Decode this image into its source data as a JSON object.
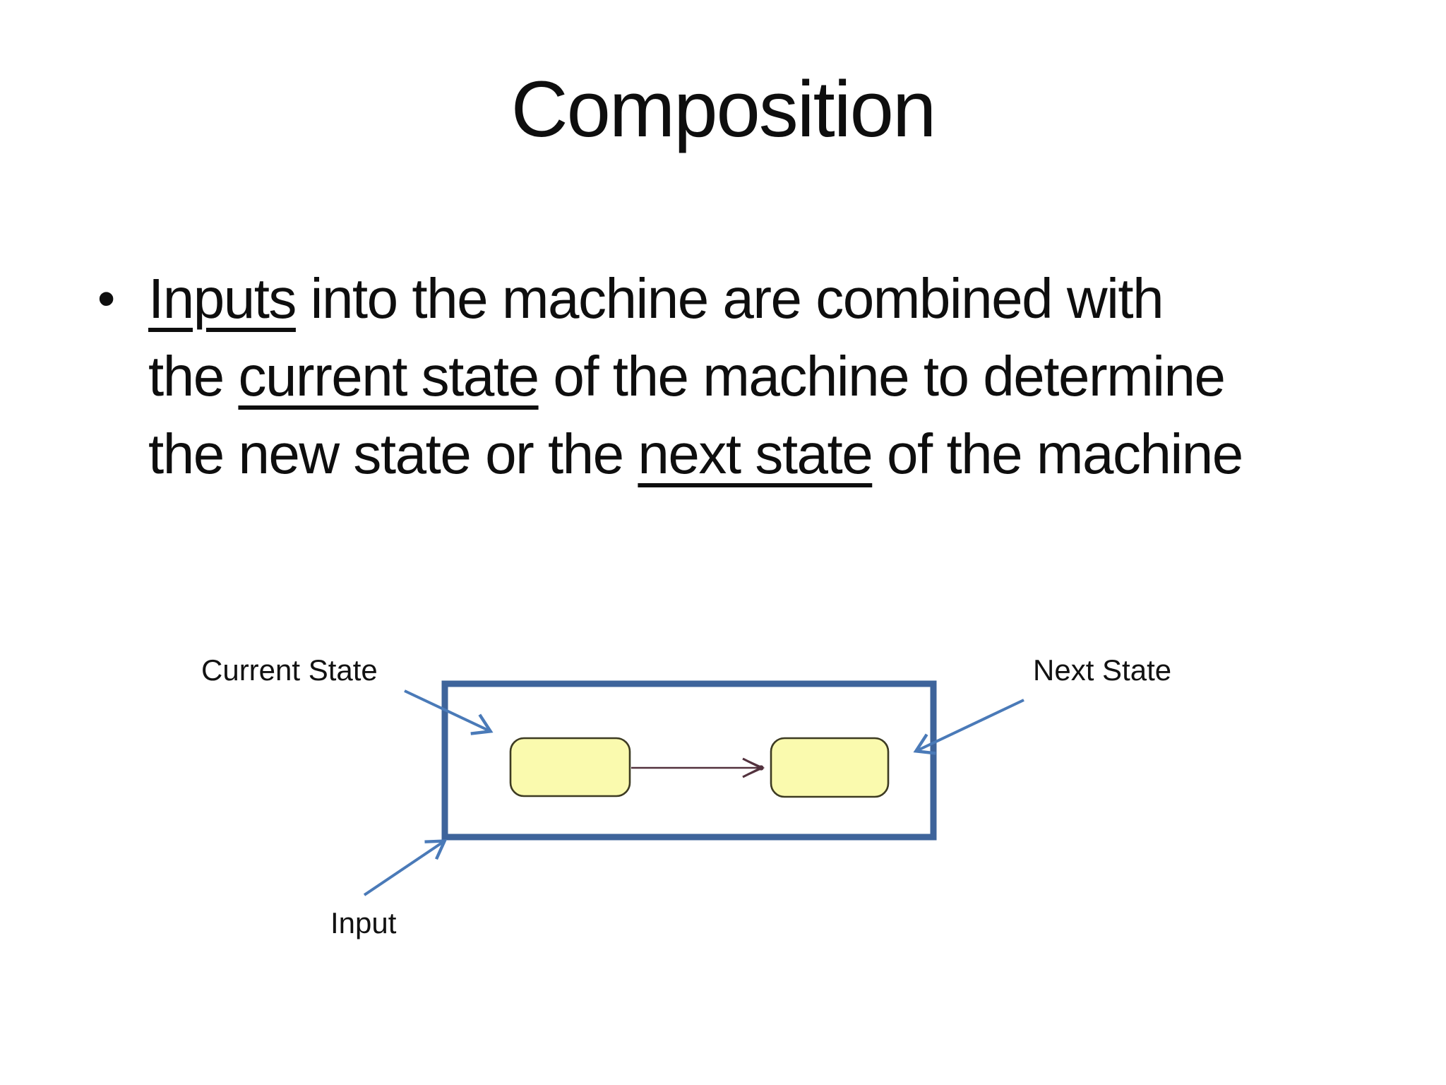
{
  "slide": {
    "title": "Composition",
    "bullet": {
      "marker": "•",
      "lines": [
        {
          "segments": [
            {
              "text": "Inputs",
              "underline": true
            },
            {
              "text": " into the machine are combined with",
              "underline": false
            }
          ]
        },
        {
          "segments": [
            {
              "text": "the ",
              "underline": false
            },
            {
              "text": "current state",
              "underline": true
            },
            {
              "text": " of the machine to determine",
              "underline": false
            }
          ]
        },
        {
          "segments": [
            {
              "text": "the new state or the ",
              "underline": false
            },
            {
              "text": "next state",
              "underline": true
            },
            {
              "text": " of the machine",
              "underline": false
            }
          ]
        }
      ]
    },
    "diagram": {
      "labels": {
        "current_state": "Current State",
        "next_state": "Next State",
        "input": "Input"
      },
      "icons": {
        "machine_frame": "machine-box",
        "state_shapes": "state-rounded-rectangle",
        "transition": "transition-arrow-icon",
        "callouts": "pointer-arrow-icon"
      },
      "colors": {
        "frame_blue": "#3E649B",
        "arrow_blue": "#4A7AB8",
        "state_fill": "#FAFAAE",
        "state_border": "#3D3B22",
        "connector": "#53323E",
        "text": "#121212"
      }
    }
  }
}
